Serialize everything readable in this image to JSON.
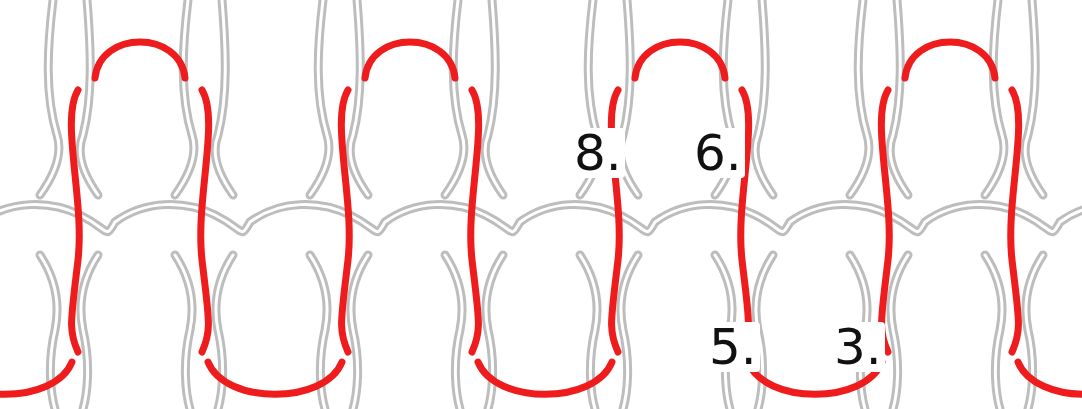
{
  "diagram": {
    "labels": [
      "8.",
      "6.",
      "5.",
      "3."
    ]
  }
}
